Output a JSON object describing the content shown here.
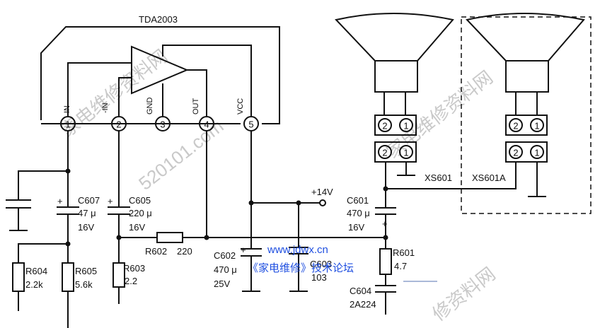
{
  "ic": {
    "name": "TDA2003",
    "pins": [
      {
        "num": "1",
        "name": "IN"
      },
      {
        "num": "2",
        "name": "-IN"
      },
      {
        "num": "3",
        "name": "GND"
      },
      {
        "num": "4",
        "name": "OUT"
      },
      {
        "num": "5",
        "name": "VCC"
      }
    ]
  },
  "components": {
    "c607": {
      "ref": "C607",
      "value": "47 μ",
      "voltage": "16V"
    },
    "c605": {
      "ref": "C605",
      "value": "220 μ",
      "voltage": "16V"
    },
    "r602": {
      "ref": "R602",
      "value": "220"
    },
    "r604": {
      "ref": "R604",
      "value": "2.2k"
    },
    "r605": {
      "ref": "R605",
      "value": "5.6k"
    },
    "r603": {
      "ref": "R603",
      "value": "2.2"
    },
    "c602": {
      "ref": "C602",
      "value": "470 μ",
      "voltage": "25V"
    },
    "c603": {
      "ref": "C603",
      "value": "103"
    },
    "c601": {
      "ref": "C601",
      "value": "470 μ",
      "voltage": "16V"
    },
    "r601": {
      "ref": "R601",
      "value": "4.7"
    },
    "c604": {
      "ref": "C604",
      "value": "2A224"
    }
  },
  "supply": {
    "label": "+14V"
  },
  "connectors": {
    "xs601": {
      "ref": "XS601",
      "pins": [
        "2",
        "1"
      ]
    },
    "xs601a": {
      "ref": "XS601A",
      "pins": [
        "2",
        "1"
      ]
    }
  },
  "watermark": {
    "url": "www.jdwx.cn",
    "forum": "《家电维修》技术论坛",
    "faint_text": [
      "家电维修资料网",
      "520101.com",
      "修资料网",
      "家电维修资料网"
    ]
  },
  "colors": {
    "line": "#111111",
    "watermark_blue": "#1f4fe0",
    "watermark_faint": "#c9c9c9",
    "background": "#ffffff"
  }
}
